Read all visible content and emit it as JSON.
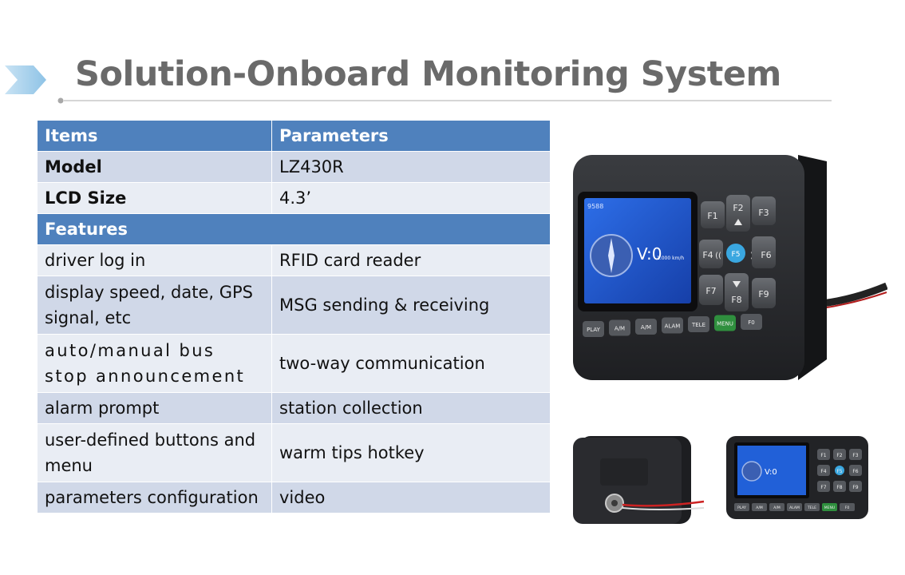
{
  "slide": {
    "title": "Solution-Onboard Monitoring System"
  },
  "table": {
    "headers": [
      "Items",
      "Parameters"
    ],
    "spec_rows": [
      {
        "item": "Model",
        "param": "LZ430R"
      },
      {
        "item": "LCD Size",
        "param": "4.3’"
      }
    ],
    "section_label": "Features",
    "feature_rows": [
      {
        "item": "driver log in",
        "param": "RFID card reader"
      },
      {
        "item": "display speed, date, GPS signal, etc",
        "param": "MSG sending & receiving"
      },
      {
        "item": "auto/manual bus stop announcement",
        "param": "two-way communication"
      },
      {
        "item": "alarm prompt",
        "param": "station collection"
      },
      {
        "item": "user-defined buttons and menu",
        "param": "warm tips hotkey"
      },
      {
        "item": "parameters configuration",
        "param": "video"
      }
    ]
  },
  "device": {
    "keypad": {
      "f1": "F1",
      "f2": "F2",
      "f3": "F3",
      "f4": "F4",
      "f5": "F5",
      "f6": "F6",
      "f7": "F7",
      "f8": "F8",
      "f9": "F9"
    },
    "bottom_keys": [
      "PLAY",
      "A/M",
      "A/M",
      "ALAM",
      "TELE",
      "MENU",
      "F0"
    ],
    "screen_status": "9588",
    "screen_speed": "V:0",
    "screen_speed_unit": "1.000 km/h"
  },
  "colors": {
    "accent": "#4f81bd",
    "row_dark": "#d0d8e8",
    "row_light": "#e9edf4",
    "title": "#6a6a6a",
    "screen": "#1f5bd6",
    "menu_key": "#2f8f3e",
    "f5_key": "#3aa7e0"
  }
}
